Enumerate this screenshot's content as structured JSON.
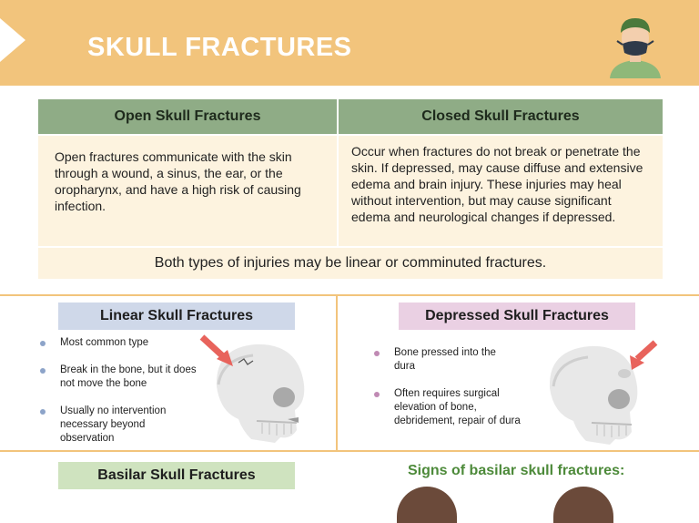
{
  "header": {
    "title": "SKULL FRACTURES"
  },
  "table": {
    "open": {
      "title": "Open Skull Fractures",
      "text": "Open fractures communicate with the skin through a wound, a sinus, the ear, or the oropharynx, and have a high risk of causing infection."
    },
    "closed": {
      "title": "Closed Skull Fractures",
      "text": "Occur when fractures do not break or penetrate the skin. If depressed, may cause diffuse and extensive edema and brain injury. These injuries may heal without intervention, but may cause significant edema and neurological changes if depressed."
    },
    "footer": "Both types of injuries may be linear or comminuted fractures."
  },
  "linear": {
    "title": "Linear Skull Fractures",
    "bullets": [
      "Most common type",
      "Break in the bone, but it does not move the bone",
      "Usually no intervention necessary beyond observation"
    ],
    "color": "#cfd8e9"
  },
  "depressed": {
    "title": "Depressed Skull Fractures",
    "bullets": [
      "Bone pressed into the dura",
      "Often requires surgical elevation of bone, debridement, repair of dura"
    ],
    "color": "#ead0e3"
  },
  "basilar": {
    "title": "Basilar Skull Fractures",
    "signs_title": "Signs of basilar skull fractures:",
    "color": "#cfe3bf"
  },
  "icons": [
    "doctor-icon",
    "skull-icon",
    "arrow-icon"
  ]
}
